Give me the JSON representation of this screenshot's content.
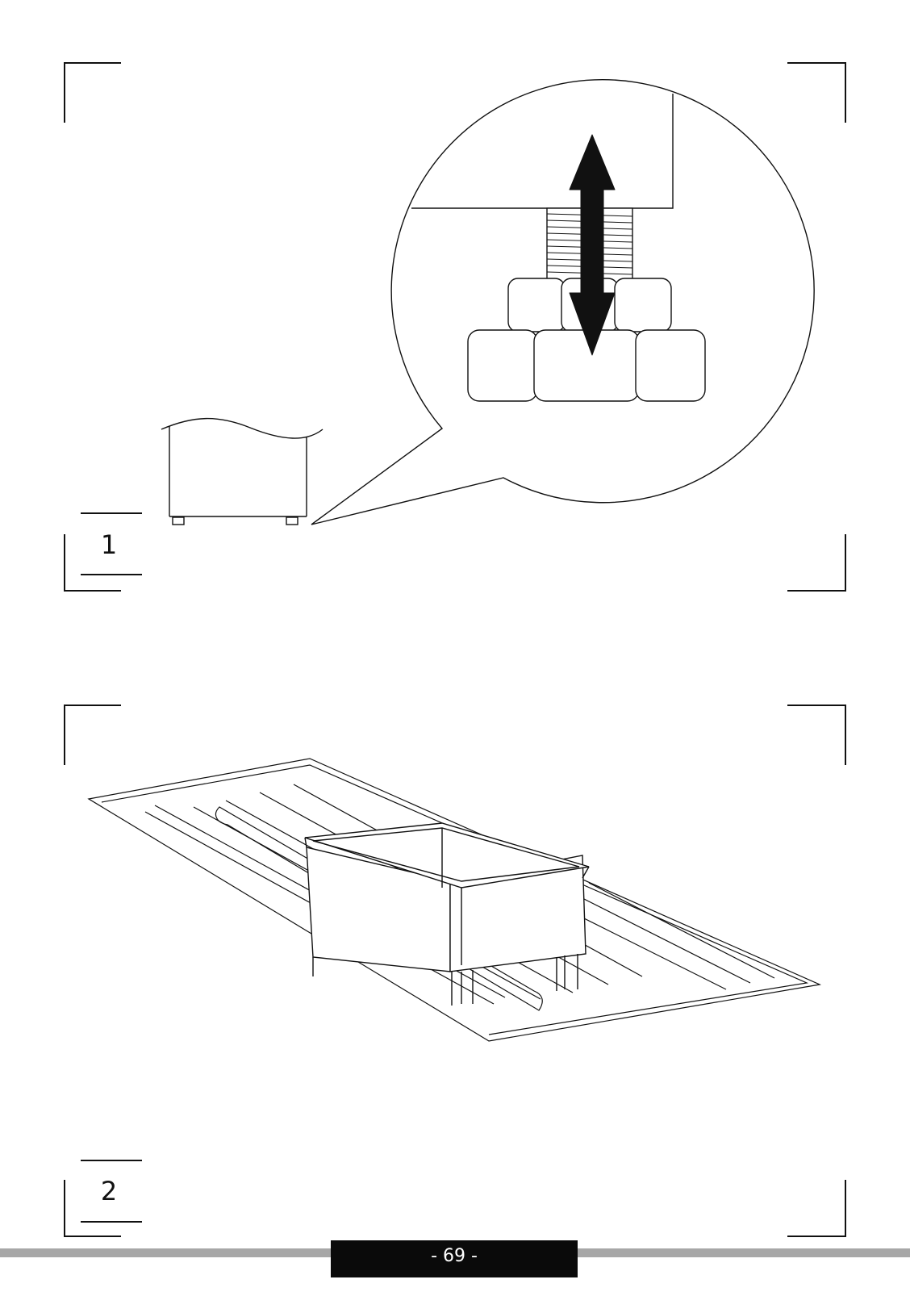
{
  "figures": [
    {
      "label": "1"
    },
    {
      "label": "2"
    }
  ],
  "footer": {
    "page_number": "- 69 -"
  }
}
